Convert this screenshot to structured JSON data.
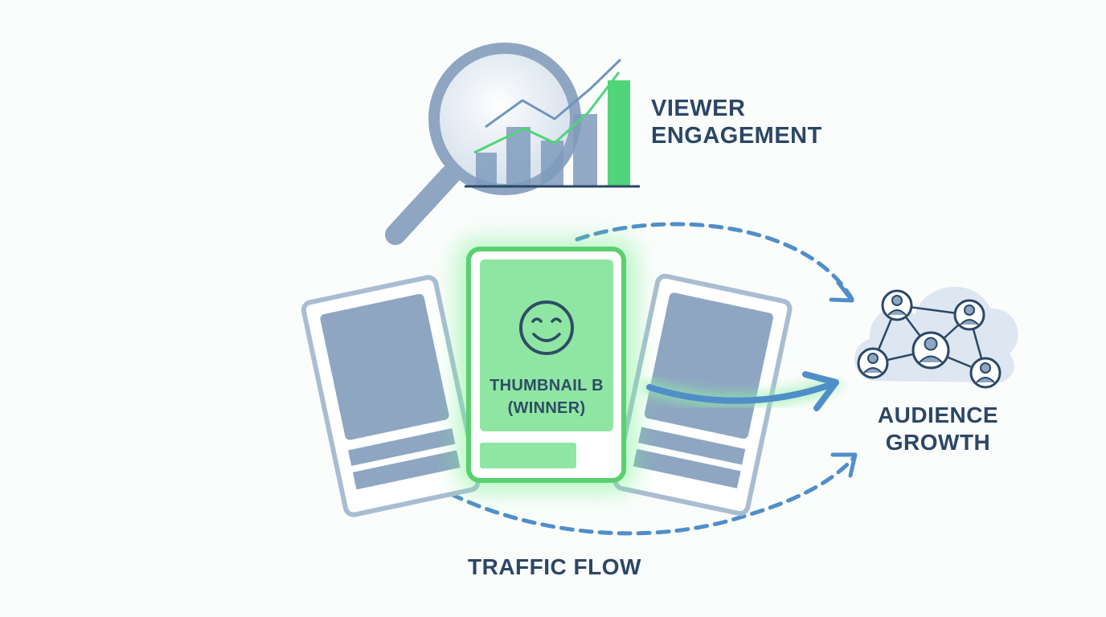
{
  "labels": {
    "viewer_engagement": [
      "VIEWER",
      "ENGAGEMENT"
    ],
    "audience_growth": [
      "AUDIENCE",
      "GROWTH"
    ],
    "traffic_flow": "TRAFFIC FLOW",
    "thumbnail": [
      "THUMBNAIL B",
      "(WINNER)"
    ]
  },
  "icons": {
    "analysis": "magnifying-glass-chart-icon",
    "winner_face": "smiley-face-icon",
    "audience": "people-network-cloud-icon"
  },
  "colors": {
    "text": "#2b4766",
    "card_outline": "#a9bdd2",
    "card_fill": "#8ea6c2",
    "winner_fill": "#8fe6a3",
    "winner_border": "#5ad06f",
    "glow": "#6ff08a",
    "arrow_blue": "#4f8ec9",
    "chart_green": "#4fd479",
    "chart_blue": "#6f95c0",
    "cloud": "#d9e3ef"
  }
}
